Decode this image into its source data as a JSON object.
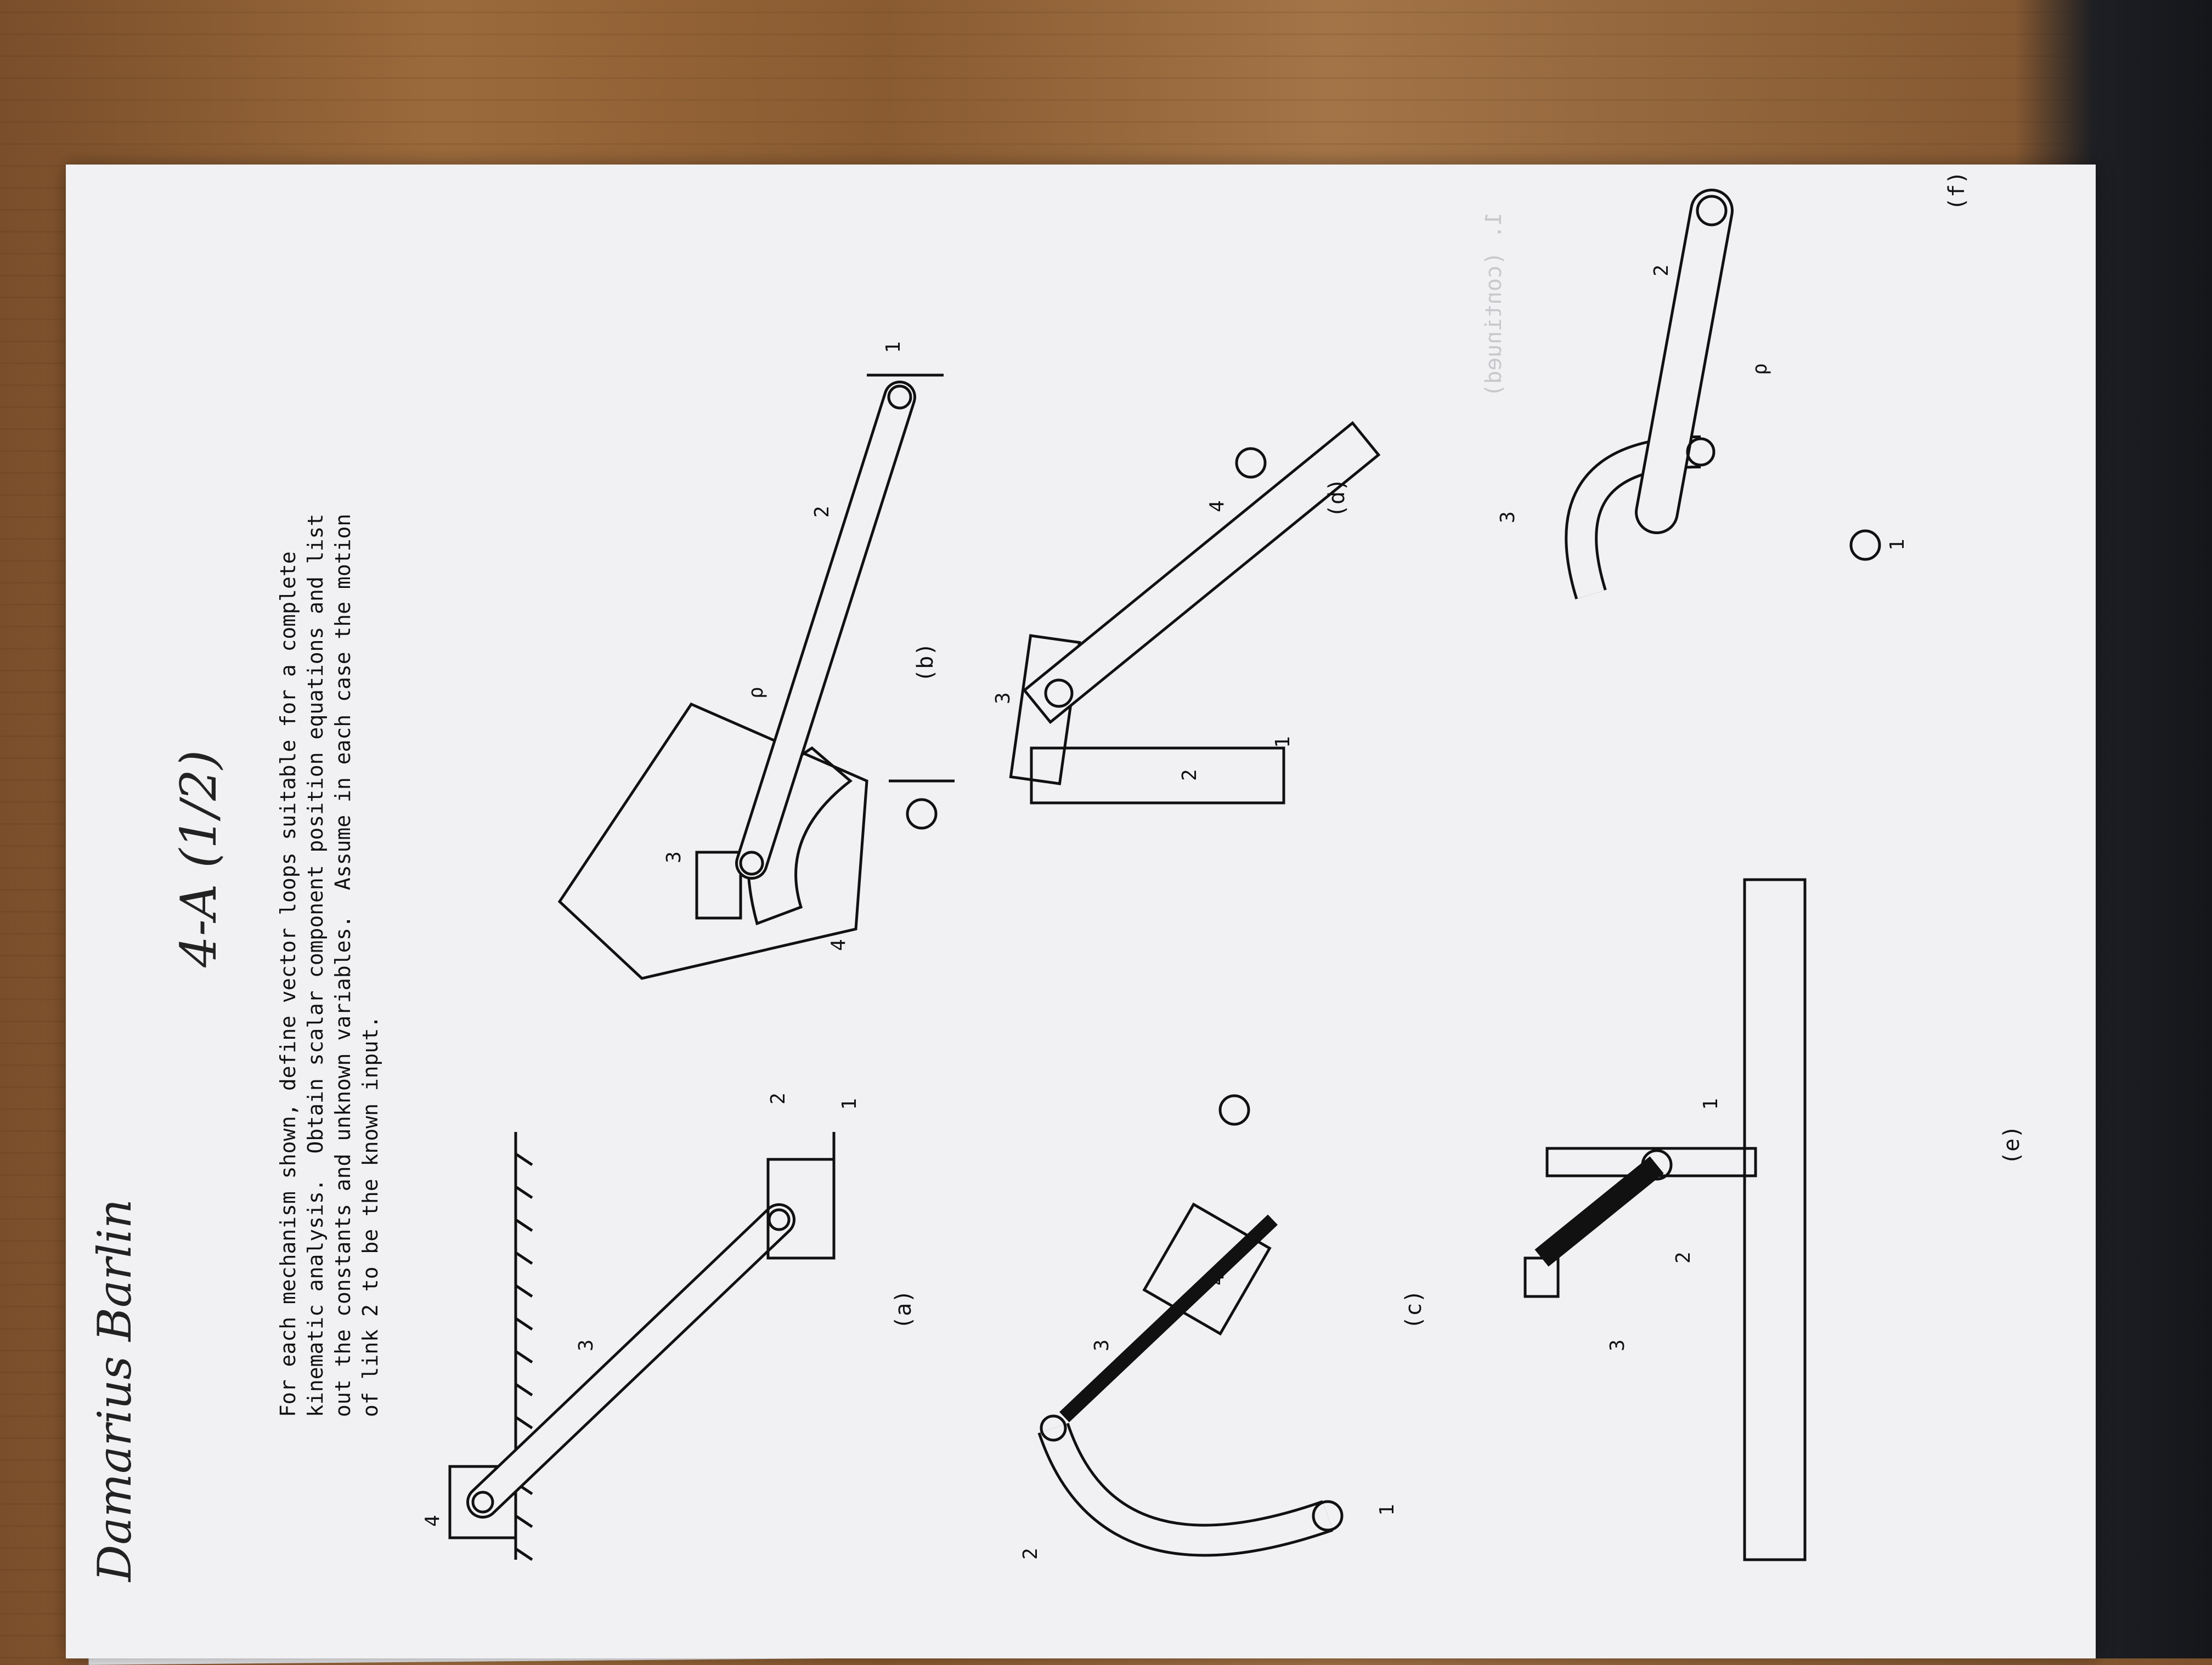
{
  "header": {
    "student_name": "Damarius Barlin",
    "problem_code": "4-A (1/2)"
  },
  "instructions": "For each mechanism shown, define vector loops suitable for a complete\nkinematic analysis.  Obtain scalar component position equations and list\nout the constants and unknown variables.  Assume in each case the motion\nof link 2 to be the known input.",
  "bleed_through": "1. (continued)",
  "figures": {
    "a": {
      "caption": "(a)",
      "labels": [
        "4",
        "3",
        "2",
        "1"
      ]
    },
    "b": {
      "caption": "(b)",
      "labels": [
        "3",
        "4",
        "2",
        "1",
        "ρ"
      ]
    },
    "c": {
      "caption": "(c)",
      "labels": [
        "2",
        "3",
        "4",
        "1"
      ]
    },
    "d": {
      "caption": "(d)",
      "labels": [
        "3",
        "2",
        "1",
        "4"
      ]
    },
    "e": {
      "caption": "(e)",
      "labels": [
        "3",
        "2",
        "1"
      ]
    },
    "f": {
      "caption": "(f)",
      "labels": [
        "2",
        "3",
        "1",
        "ρ"
      ]
    }
  },
  "colors": {
    "paper": "#f1f1f3",
    "ink": "#111111",
    "wood": "#8a5b31"
  }
}
